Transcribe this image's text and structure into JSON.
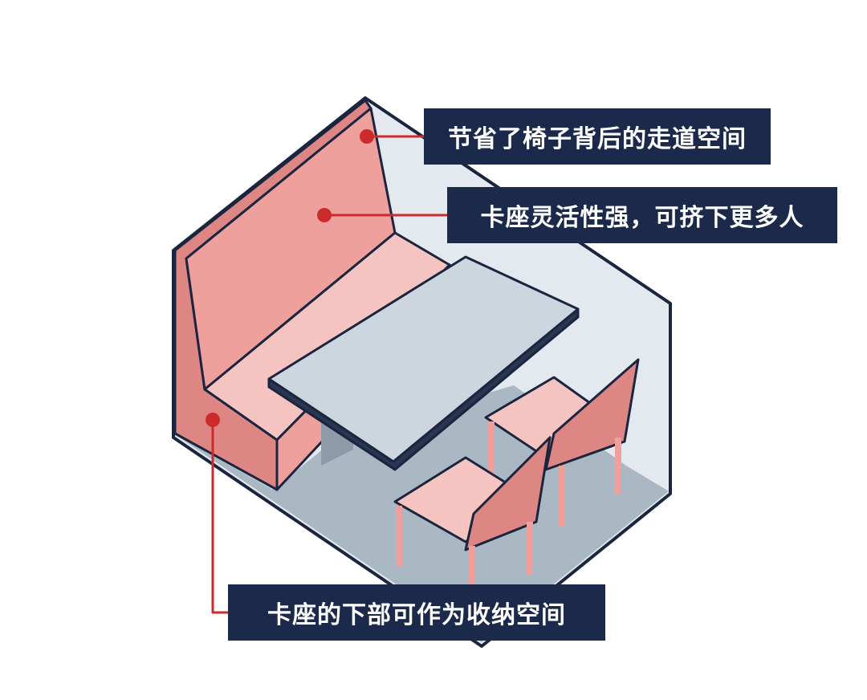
{
  "callouts": [
    {
      "text": "节省了椅子背后的走道空间"
    },
    {
      "text": "卡座灵活性强，可挤下更多人"
    },
    {
      "text": "卡座的下部可作为收纳空间"
    }
  ],
  "colors": {
    "outline": "#1a2540",
    "wall": "#e4e9ef",
    "floor": "#aab8c4",
    "booth": "#f0a09c",
    "booth_dark": "#de8684",
    "seat": "#f5c4c0",
    "table": "#cdd6df",
    "label_bg": "#1b2a4a",
    "pointer": "#cc2b2b"
  }
}
